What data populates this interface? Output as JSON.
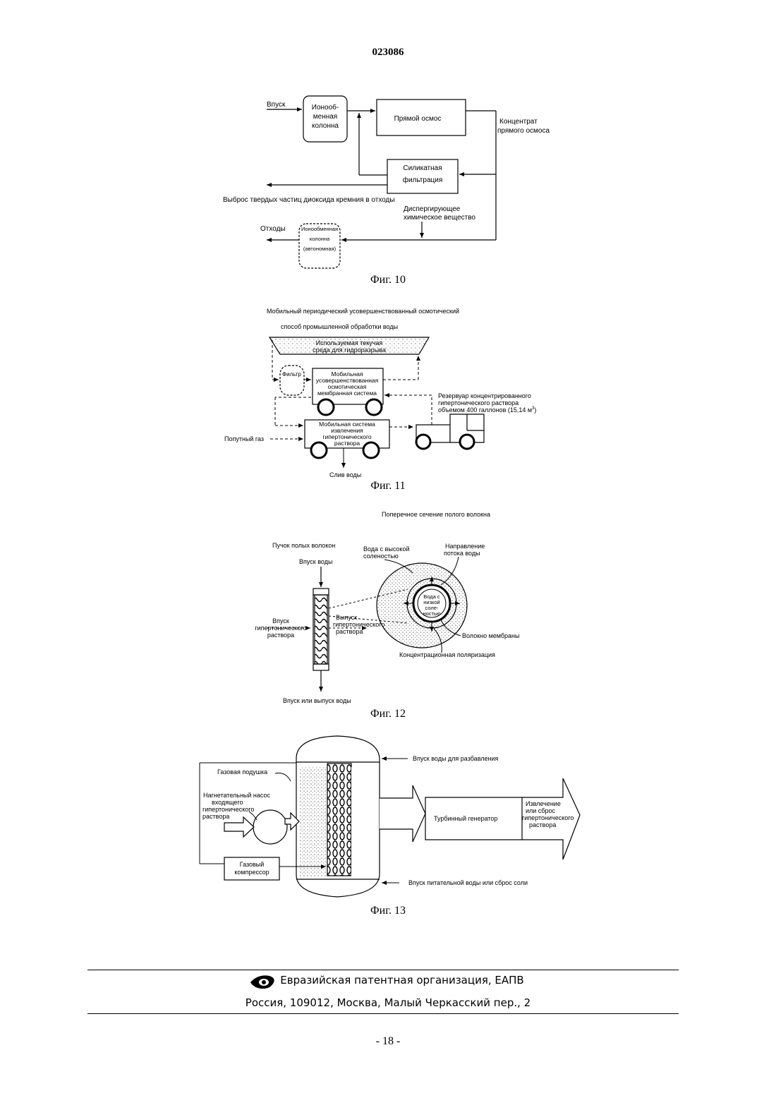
{
  "header": {
    "doc_number": "023086"
  },
  "fig10": {
    "caption": "Фиг. 10",
    "inlet": "Впуск",
    "ion_column": [
      "Ионооб-",
      "менная",
      "колонна"
    ],
    "forward_osmosis": "Прямой осмос",
    "concentrate": [
      "Концентрат",
      "прямого осмоса"
    ],
    "silicate": [
      "Силикатная",
      "фильтрация"
    ],
    "silica_waste": "Выброс твердых частиц диоксида кремния в отходы",
    "dispersant": [
      "Диспергирующее",
      "химическое вещество"
    ],
    "waste": "Отходы",
    "ion_column_auto": [
      "Ионообменная",
      "колонна",
      "(автономная)"
    ]
  },
  "fig11": {
    "caption": "Фиг. 11",
    "title": [
      "Мобильный периодический усовершенствованный осмотический",
      "способ промышленной обработки воды"
    ],
    "frac_fluid": [
      "Используемая текучая",
      "среда для гидроразрыва"
    ],
    "filter": "Фильтр",
    "mobile_membrane": [
      "Мобильная",
      "усовершенствованная",
      "осмотическая",
      "мембранная система"
    ],
    "reservoir": [
      "Резервуар концентрированного",
      "гипертонического раствора",
      "объемом 400 галлонов (15,14 м",
      "3",
      ")"
    ],
    "mobile_extraction": [
      "Мобильная система",
      "извлечения",
      "гипертонического",
      "раствора"
    ],
    "associated_gas": "Попутный газ",
    "water_drain": "Слив воды"
  },
  "fig12": {
    "caption": "Фиг. 12",
    "cross_section": "Поперечное сечение полого волокна",
    "bundle": "Пучок полых волокон",
    "water_inlet": "Впуск воды",
    "high_salinity": [
      "Вода с высокой",
      "соленостью"
    ],
    "flow_direction": [
      "Направление",
      "потока воды"
    ],
    "low_salinity": [
      "Вода с",
      "низкой",
      "соле-",
      "ностью"
    ],
    "hyper_inlet": [
      "Впуск",
      "гипертонического",
      "раствора"
    ],
    "hyper_outlet": [
      "Выпуск",
      "гипертонического",
      "раствора"
    ],
    "membrane_fiber": "Волокно мембраны",
    "conc_polarization": "Концентрационная поляризация",
    "water_in_out": "Впуск или выпуск воды"
  },
  "fig13": {
    "caption": "Фиг. 13",
    "dilution_inlet": "Впуск воды для разбавления",
    "gas_cushion": "Газовая подушка",
    "pump": [
      "Нагнетательный насос",
      "входящего",
      "гипертонического",
      "раствора"
    ],
    "turbine": "Турбинный генератор",
    "extraction": [
      "Извлечение",
      "или сброс",
      "гипертонического",
      "раствора"
    ],
    "compressor": [
      "Газовый",
      "компрессор"
    ],
    "feed_inlet": "Впуск питательной воды или сброс соли"
  },
  "footer": {
    "org": "Евразийская патентная организация, ЕАПВ",
    "address": "Россия, 109012, Москва, Малый Черкасский пер., 2",
    "page": "- 18 -"
  }
}
